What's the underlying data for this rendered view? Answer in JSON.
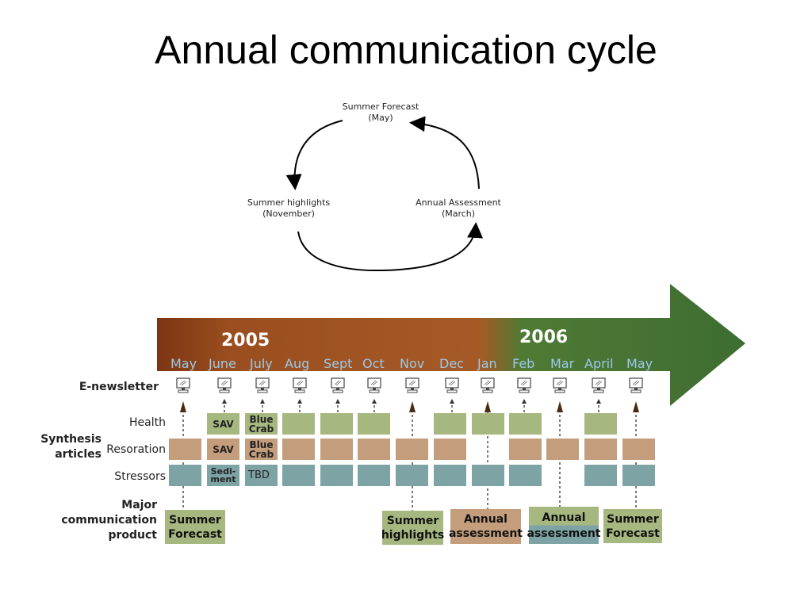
{
  "title": "Annual communication cycle",
  "cycle": {
    "top": "Summer Forecast\n(May)",
    "left": "Summer highlights\n(November)",
    "right": "Annual Assessment\n(March)"
  },
  "timeline": {
    "year1": "2005",
    "year2": "2006",
    "months": [
      "May",
      "June",
      "July",
      "Aug",
      "Sept",
      "Oct",
      "Nov",
      "Dec",
      "Jan",
      "Feb",
      "Mar",
      "April",
      "May"
    ]
  },
  "rows": {
    "enewsletter": "E-newsletter",
    "synthesis": "Synthesis\narticles",
    "health": "Health",
    "resoration": "Resoration",
    "stressors": "Stressors",
    "major": "Major\ncommunication\nproduct"
  },
  "cells": {
    "health_sav": "SAV",
    "health_bluecrab": "Blue\nCrab",
    "resor_sav": "SAV",
    "resor_bluecrab": "Blue\nCrab",
    "stress_sediment": "Sedi-\nment",
    "stress_tbd": "TBD"
  },
  "products": {
    "p1": "Summer\nForecast",
    "p2": "Summer\nhighlights",
    "p3": "Annual\nassessment",
    "p4": "Annual\nassessment",
    "p5": "Summer\nForecast"
  },
  "colors": {
    "health": "#a6b880",
    "resoration": "#c49d7c",
    "stressors": "#7ea3a5",
    "arrow_start": "#7b3512",
    "arrow_mid": "#a55a26",
    "arrow_end": "#3e6d32"
  }
}
